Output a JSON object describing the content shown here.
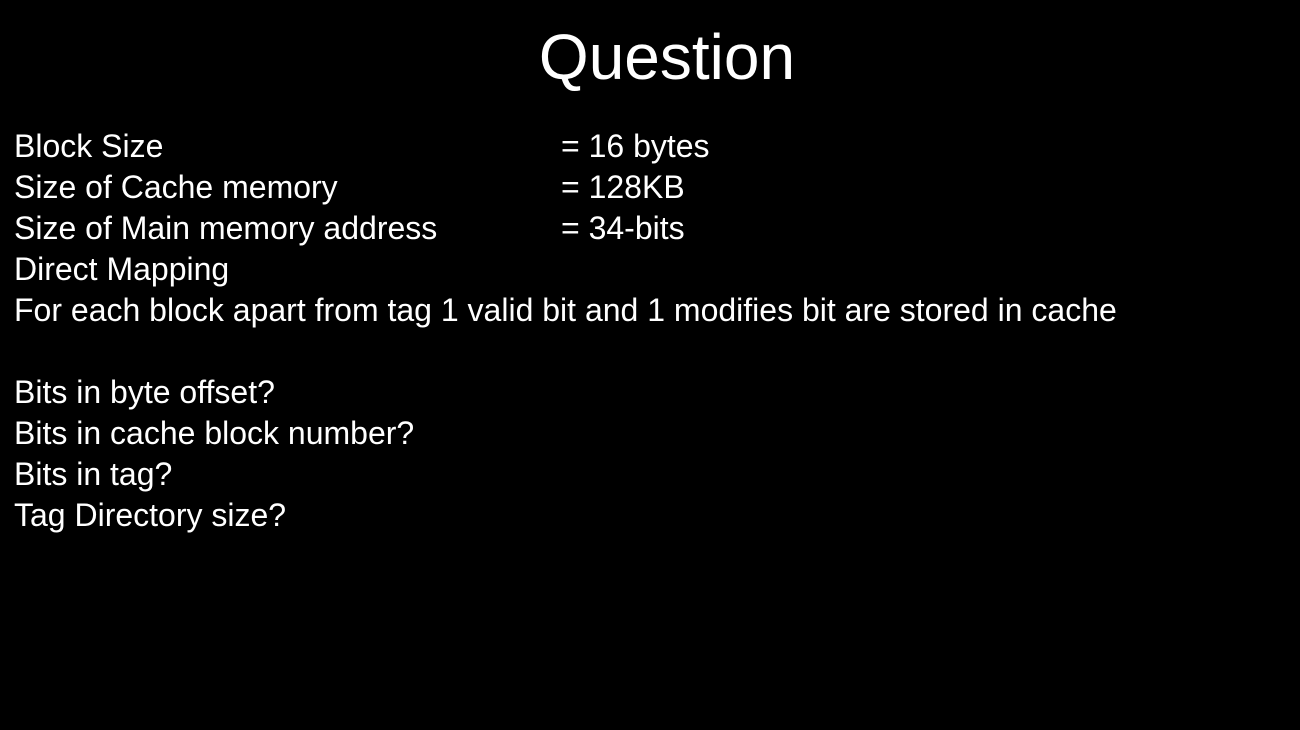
{
  "slide": {
    "title": "Question",
    "given": [
      {
        "label": "Block Size",
        "value": "= 16 bytes"
      },
      {
        "label": "Size of Cache memory",
        "value": "= 128KB"
      },
      {
        "label": "Size of Main memory address",
        "value": "= 34-bits"
      }
    ],
    "mapping": "Direct Mapping",
    "note": "For each block apart from tag 1 valid bit and 1 modifies bit are stored in cache",
    "questions": [
      "Bits in byte offset?",
      "Bits in cache block number?",
      "Bits in tag?",
      "Tag Directory size?"
    ]
  }
}
